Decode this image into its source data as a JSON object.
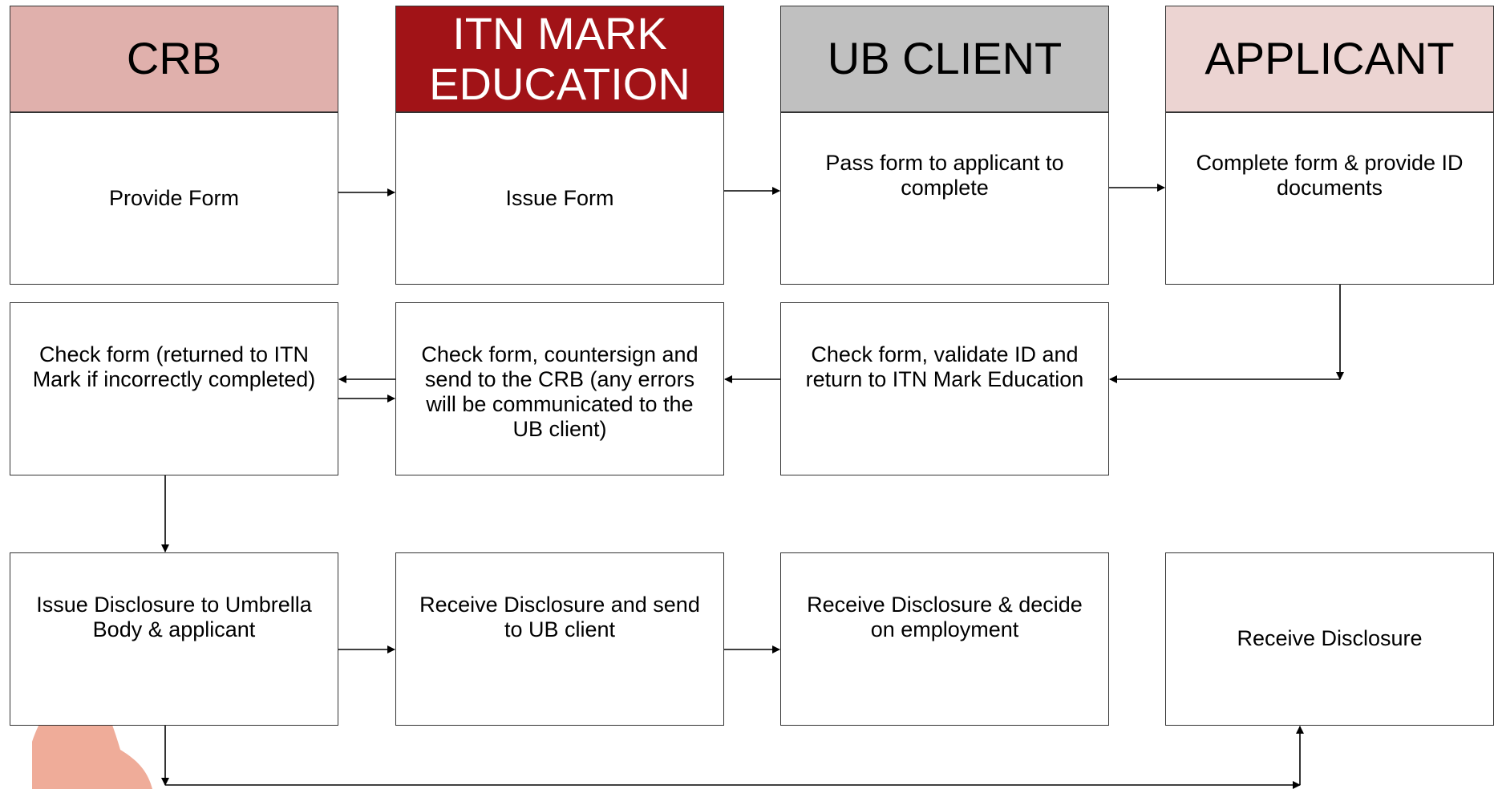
{
  "colors": {
    "crb_header": "#e0b0ac",
    "itn_header": "#a11317",
    "ub_header": "#c0c0c0",
    "applicant_header": "#ecd4d2",
    "itn_text": "#ffffff",
    "line": "#000000",
    "watermark": "#eda38e"
  },
  "lanes": [
    {
      "title": "CRB"
    },
    {
      "title": "ITN MARK EDUCATION"
    },
    {
      "title": "UB CLIENT"
    },
    {
      "title": "APPLICANT"
    }
  ],
  "steps": {
    "crb_provide_form": "Provide Form",
    "itn_issue_form": "Issue Form",
    "ub_pass_form": "Pass form to applicant to complete",
    "applicant_complete_form": "Complete form & provide ID documents",
    "crb_check_form": "Check form (returned to ITN Mark if incorrectly completed)",
    "itn_check_form": "Check form, countersign and send to the CRB (any errors will be communicated to the UB client)",
    "ub_check_form": "Check form, validate ID and return to ITN Mark Education",
    "crb_issue_disclosure": "Issue Disclosure to Umbrella Body & applicant",
    "itn_receive_disclosure": "Receive Disclosure and send to UB client",
    "ub_receive_disclosure": "Receive Disclosure & decide on employment",
    "applicant_receive_disclosure": "Receive Disclosure"
  },
  "watermark_icon": "logo-swoosh-icon"
}
